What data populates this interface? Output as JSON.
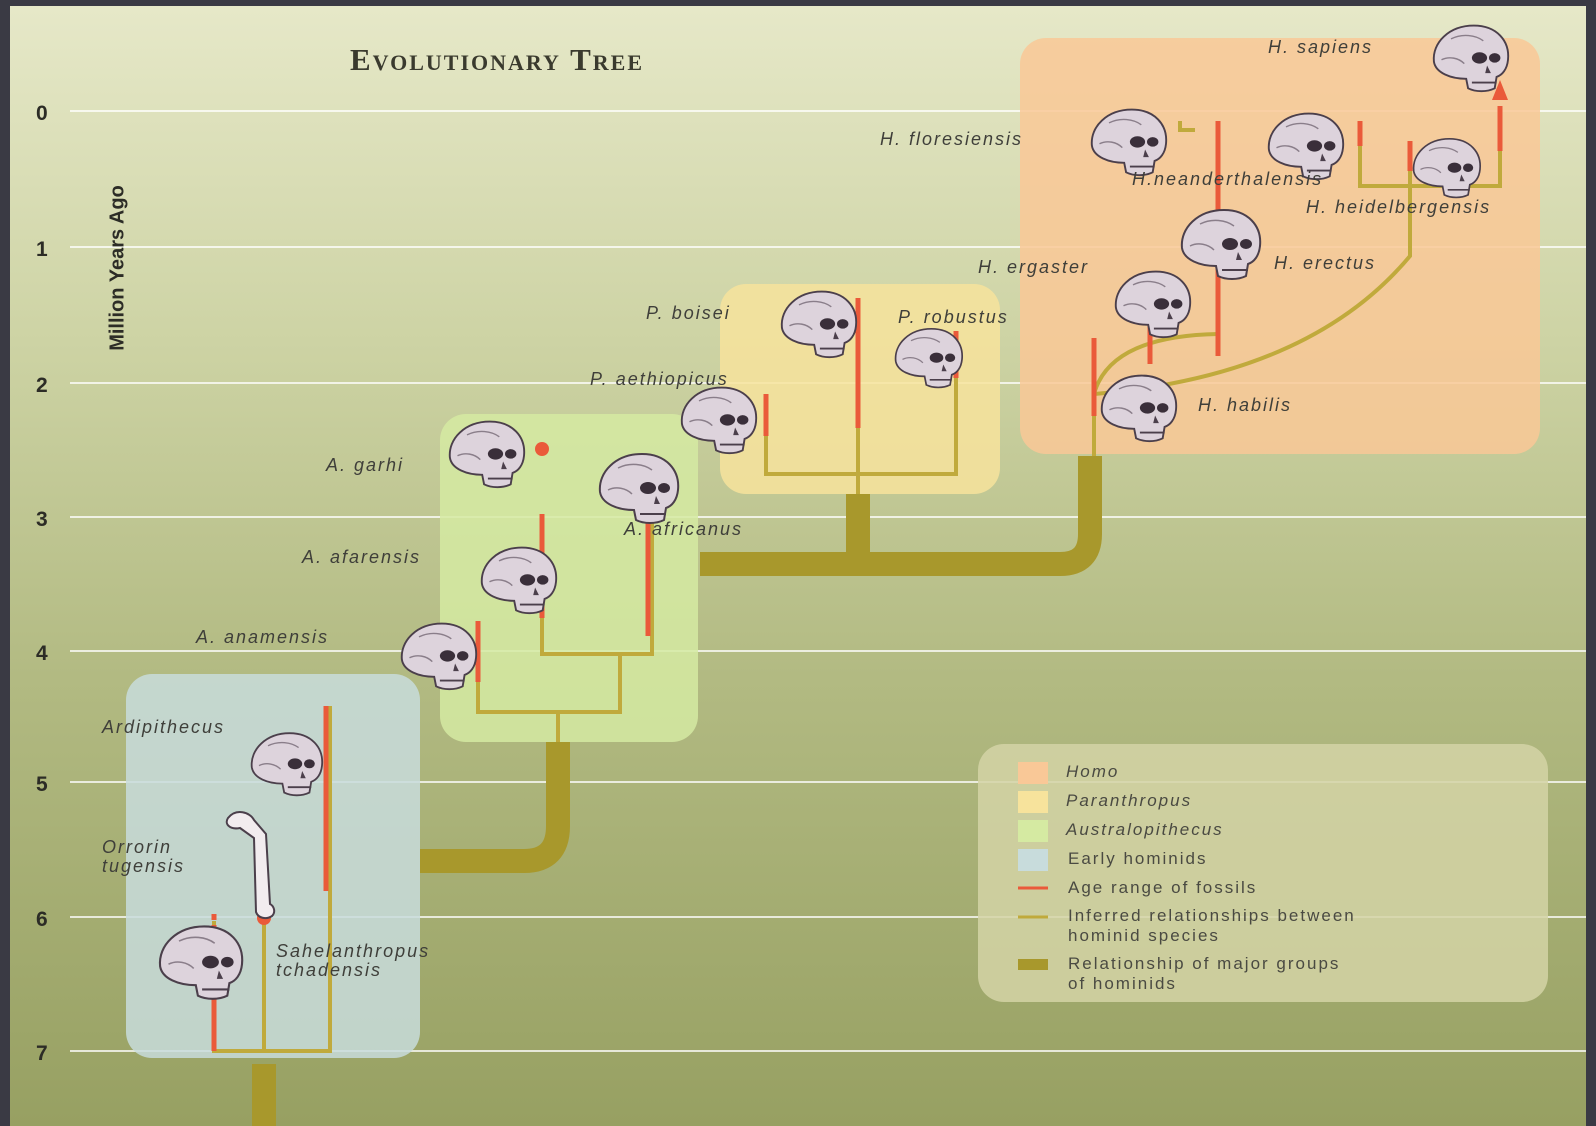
{
  "title": "Evolutionary Tree",
  "y_axis": {
    "label": "Million Years Ago",
    "ticks": [
      "0",
      "1",
      "2",
      "3",
      "4",
      "5",
      "6",
      "7"
    ]
  },
  "groups": [
    "Homo",
    "Paranthropus",
    "Australopithecus",
    "Early hominids"
  ],
  "species": {
    "h_sapiens": "H. sapiens",
    "h_floresiensis": "H. floresiensis",
    "h_neanderthalensis": "H.neanderthalensis",
    "h_heidelbergensis": "H. heidelbergensis",
    "h_ergaster": "H. ergaster",
    "h_erectus": "H. erectus",
    "h_habilis": "H. habilis",
    "p_boisei": "P. boisei",
    "p_robustus": "P. robustus",
    "p_aethiopicus": "P. aethiopicus",
    "a_garhi": "A. garhi",
    "a_africanus": "A. africanus",
    "a_afarensis": "A. afarensis",
    "a_anamensis": "A. anamensis",
    "ardipithecus": "Ardipithecus",
    "orrorin": "Orrorin\ntugensis",
    "sahelanthropus": "Sahelanthropus\ntchadensis"
  },
  "legend": {
    "homo": "Homo",
    "paranthropus": "Paranthropus",
    "australopithecus": "Australopithecus",
    "early": "Early hominids",
    "age_range": "Age range of fossils",
    "inferred": "Inferred relationships between\nhominid species",
    "major": "Relationship of major groups\nof hominids"
  },
  "colors": {
    "homo": "#f9c897",
    "paranthropus": "#f7e39c",
    "australopithecus": "#d5eaa2",
    "early": "#c8dcdc",
    "age_range": "#ea5a3a",
    "inferred": "#c0aa3c",
    "major": "#a8982c"
  },
  "icons": [
    "skull-icon",
    "femur-icon",
    "arrow-up-icon"
  ]
}
